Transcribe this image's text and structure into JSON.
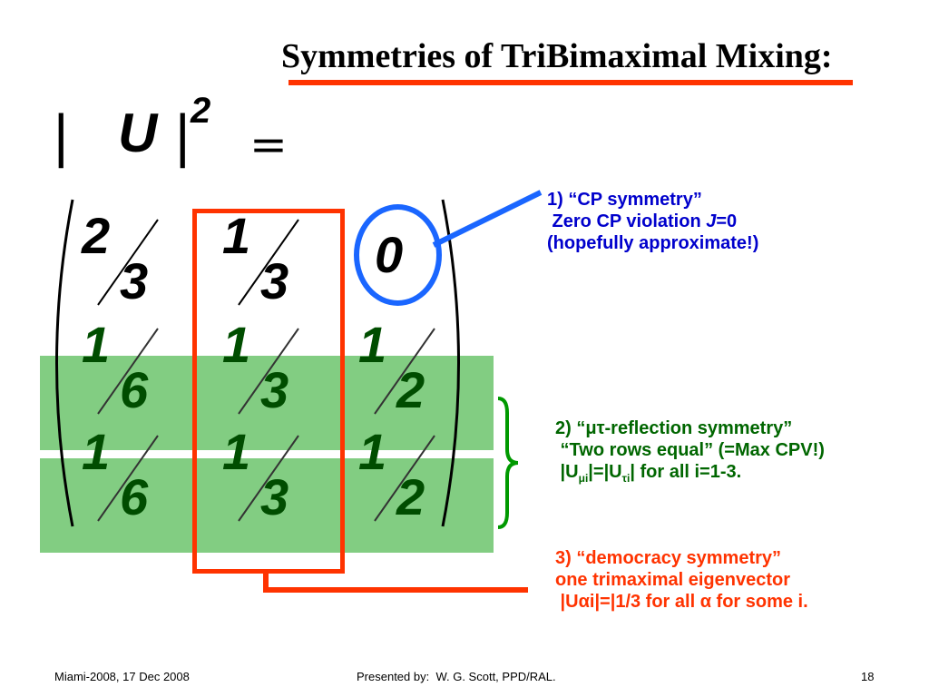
{
  "title": "Symmetries of TriBimaximal Mixing:",
  "formula": {
    "bar": "|",
    "u": "U",
    "power": "2",
    "equals": "="
  },
  "matrix": {
    "row1": [
      {
        "num": "2",
        "den": "3"
      },
      {
        "num": "1",
        "den": "3"
      },
      {
        "value": "0"
      }
    ],
    "row2": [
      {
        "num": "1",
        "den": "6"
      },
      {
        "num": "1",
        "den": "3"
      },
      {
        "num": "1",
        "den": "2"
      }
    ],
    "row3": [
      {
        "num": "1",
        "den": "6"
      },
      {
        "num": "1",
        "den": "3"
      },
      {
        "num": "1",
        "den": "2"
      }
    ]
  },
  "notes": {
    "cp": {
      "line1": "1) “CP symmetry”",
      "line2_prefix": " Zero CP violation ",
      "line2_j": "J",
      "line2_suffix": "=0",
      "line3": "(hopefully approximate!)"
    },
    "mutau": {
      "line1": "2) “μτ-reflection symmetry”",
      "line2": " “Two rows equal” (=Max CPV!)",
      "line3_a": " |U",
      "line3_sub1": "μi",
      "line3_b": "|=|U",
      "line3_sub2": "τi",
      "line3_c": "| for all i=1-3."
    },
    "democracy": {
      "line1": "3) “democracy symmetry”",
      "line2": "one trimaximal eigenvector",
      "line3": " |Uαi|=|1/3 for all α for some i."
    }
  },
  "colors": {
    "title_underline": "#ff3300",
    "green_band": "#82cd82",
    "red_box": "#ff3300",
    "blue_circle": "#1a66ff",
    "note_cp": "#0000cc",
    "note_mutau": "#006600",
    "note_democracy": "#ff3300"
  },
  "footer": {
    "left": "Miami-2008, 17 Dec 2008",
    "center": "Presented by:  W. G. Scott, PPD/RAL.",
    "right": "18"
  }
}
